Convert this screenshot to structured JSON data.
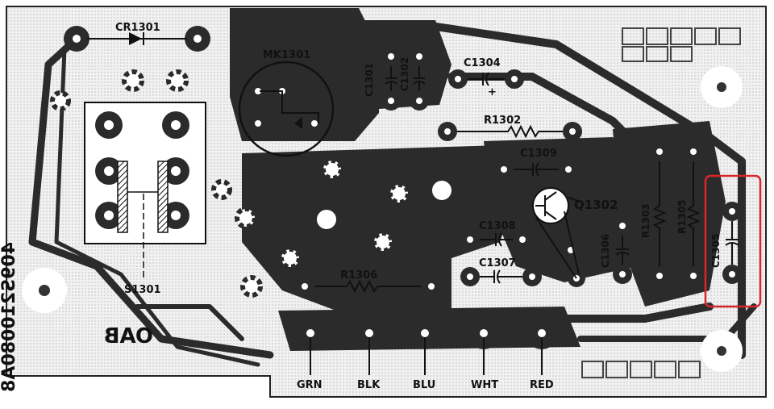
{
  "board_id": "409S210080A8",
  "revision": "OAB",
  "components": {
    "cr1301": "CR1301",
    "mk1301": "MK1301",
    "c1301": "C1301",
    "c1302": "C1302",
    "c1304": "C1304",
    "r1302": "R1302",
    "c1309": "C1309",
    "q1302": "Q1302",
    "c1308": "C1308",
    "c1307": "C1307",
    "c1306": "C1306",
    "r1303": "R1303",
    "r1305": "R1305",
    "c1305": "C1305",
    "r1306": "R1306",
    "s1301": "S1301"
  },
  "wires": {
    "grn": "GRN",
    "blk": "BLK",
    "blu": "BLU",
    "wht": "WHT",
    "red": "RED"
  },
  "polarity_mark": "+",
  "colors": {
    "board": "#ececec",
    "copper": "#2a2a2a",
    "highlight": "#d9262b"
  }
}
